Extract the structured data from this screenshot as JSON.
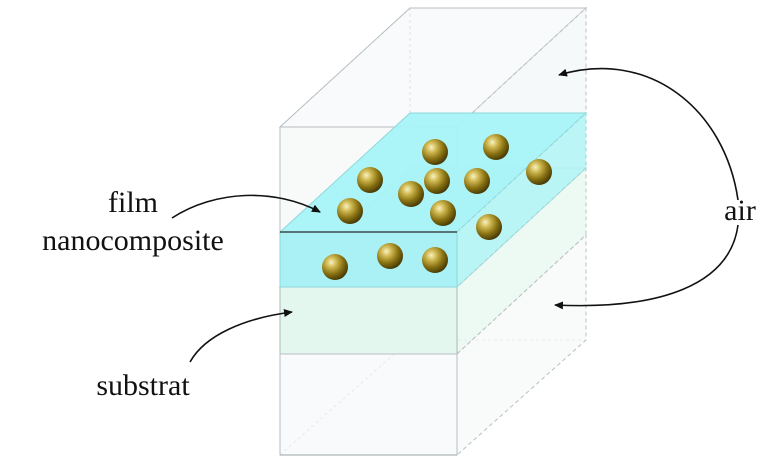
{
  "labels": {
    "film_line1": "film",
    "film_line2": "nanocomposite",
    "air": "air",
    "substrat": "substrat"
  },
  "colors": {
    "background": "#ffffff",
    "film": "#a6f3f7",
    "film_side": "#b4f4f5",
    "substrate": "#e3f7ee",
    "box_edge": "#9aa4a6",
    "arrow": "#111111",
    "particle_dark": "#4a3c05",
    "particle_mid": "#9a8218",
    "particle_light": "#f8f2c4"
  }
}
